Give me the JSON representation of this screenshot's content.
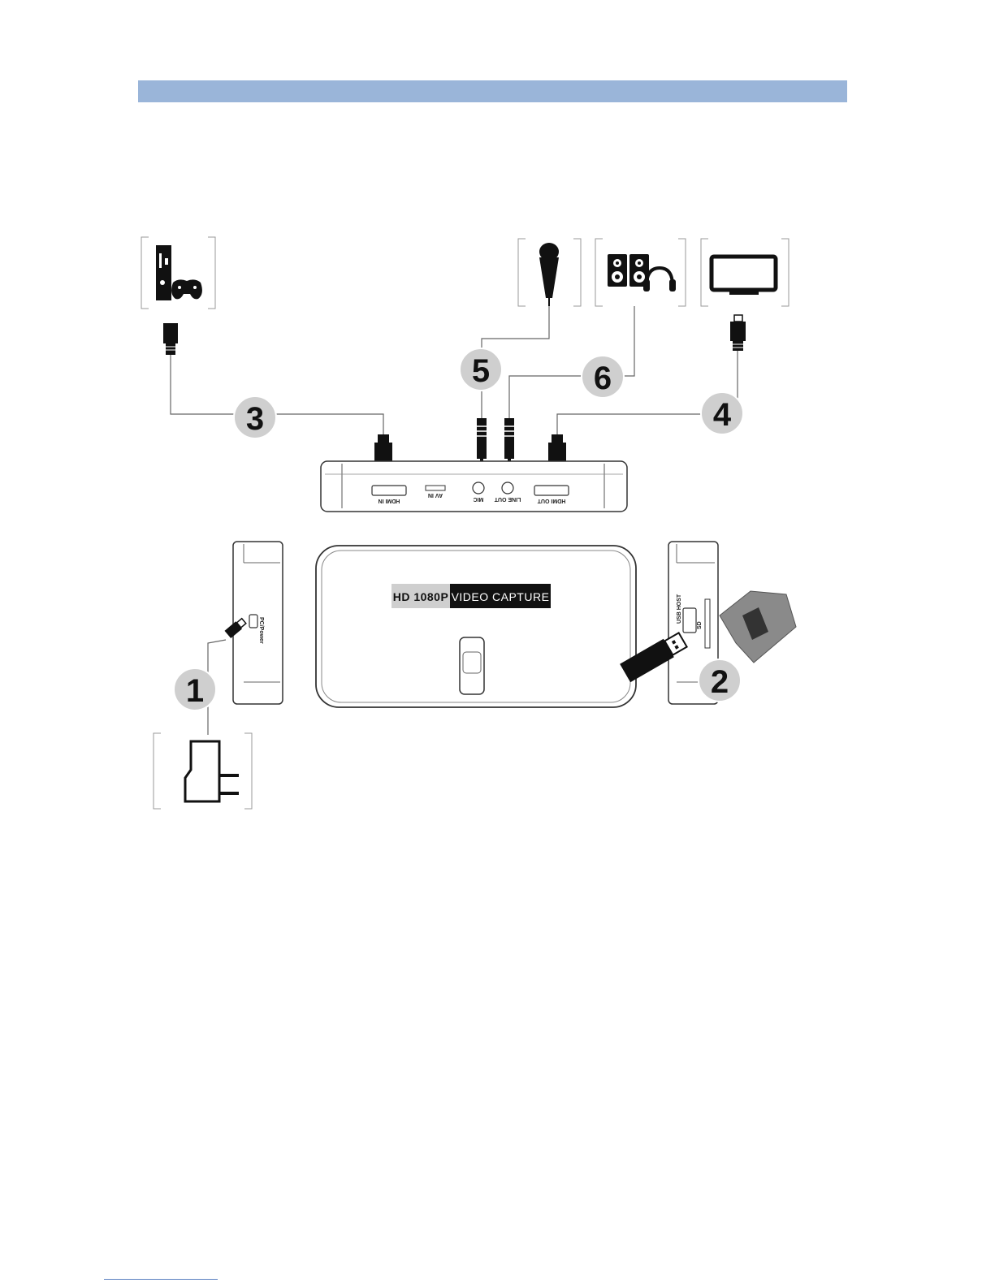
{
  "header": {
    "bar_color": "#9ab5d9"
  },
  "device": {
    "brand_left": "HD 1080P",
    "brand_right": "VIDEO CAPTURE",
    "ports": {
      "hdmi_in": "HDMI IN",
      "av_in": "AV IN",
      "mic": "MIC",
      "line_out": "LINE OUT",
      "hdmi_out": "HDMI OUT",
      "pc_power": "PC/Power",
      "usb_host": "USB HOST",
      "sd": "SD"
    }
  },
  "callouts": {
    "power": "1",
    "usb_sd": "2",
    "hdmi_in": "3",
    "hdmi_out": "4",
    "mic": "5",
    "line_out": "6"
  },
  "icons": {
    "game_console": "game-console-icon",
    "microphone": "microphone-icon",
    "speakers_headphones": "speakers-headphones-icon",
    "tv": "tv-icon",
    "power_adapter": "power-adapter-icon",
    "usb_drive": "usb-drive-icon",
    "sd_card": "sd-card-icon"
  }
}
